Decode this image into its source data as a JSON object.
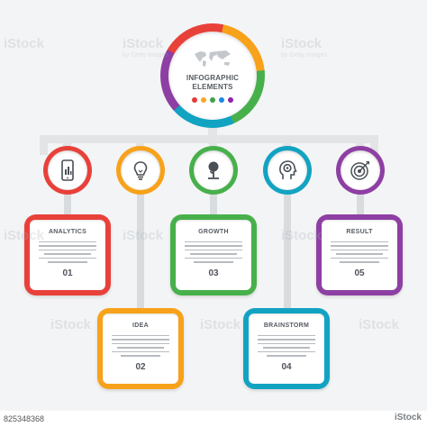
{
  "hub": {
    "title_line1": "INFOGRAPHIC",
    "title_line2": "ELEMENTS",
    "dot_colors": [
      "#e53935",
      "#f9a825",
      "#43a047",
      "#1e88e5",
      "#8e24aa"
    ],
    "ring_colors": [
      "#e8413a",
      "#f7a21a",
      "#47b04b",
      "#12a3c2",
      "#8e3fa3"
    ]
  },
  "steps": [
    {
      "id": "analytics",
      "title": "ANALYTICS",
      "number": "01",
      "color": "#e8413a",
      "icon": "smartphone-chart-icon"
    },
    {
      "id": "idea",
      "title": "IDEA",
      "number": "02",
      "color": "#f7a21a",
      "icon": "lightbulb-icon"
    },
    {
      "id": "growth",
      "title": "GROWTH",
      "number": "03",
      "color": "#47b04b",
      "icon": "plant-growth-icon"
    },
    {
      "id": "brainstorm",
      "title": "BRAINSTORM",
      "number": "04",
      "color": "#12a3c2",
      "icon": "head-gear-icon"
    },
    {
      "id": "result",
      "title": "RESULT",
      "number": "05",
      "color": "#8e3fa3",
      "icon": "target-icon"
    }
  ],
  "watermark": {
    "brand": "iStock",
    "credit": "by Getty Images"
  },
  "footer": {
    "id": "825348368",
    "logo": "iStock"
  }
}
